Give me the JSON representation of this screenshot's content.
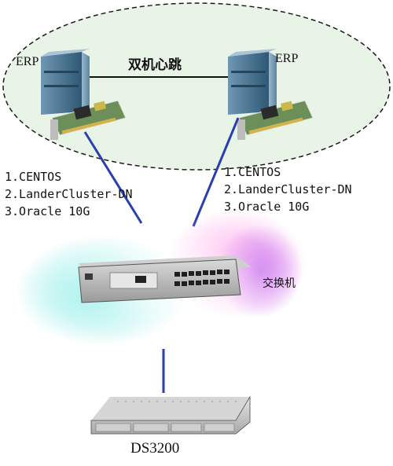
{
  "nodes": {
    "erp_left": {
      "label": "ERP"
    },
    "erp_right": {
      "label": "ERP"
    },
    "switch": {
      "label": "交换机"
    },
    "storage": {
      "label": "DS3200"
    }
  },
  "heartbeat": {
    "label": "双机心跳"
  },
  "software_left": [
    "1.CENTOS",
    "2.LanderCluster-DN",
    "3.Oracle 10G"
  ],
  "software_right": [
    "1.CENTOS",
    "2.LanderCluster-DN",
    "3.Oracle 10G"
  ],
  "colors": {
    "ellipse_fill": "#e8f5e6",
    "link_blue": "#2a3fb0",
    "server_blue": "#3b6a8a"
  }
}
